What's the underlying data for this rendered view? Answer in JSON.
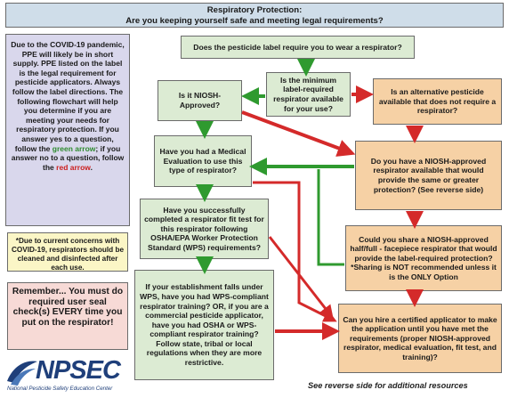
{
  "title": {
    "line1": "Respiratory Protection:",
    "line2": "Are you keeping yourself safe and meeting legal requirements?"
  },
  "intro": {
    "text_a": "Due to the COVID-19 pandemic, PPE will likely be in short supply. PPE listed on the label is the legal requirement for pesticide applicators. Always follow the label directions. The following flowchart will help you determine if you are meeting your needs for respiratory protection. If you answer yes to a question, follow the ",
    "green_word": "green arrow",
    "text_b": "; if you answer no to a question, follow the ",
    "red_word": "red arrow",
    "text_c": "."
  },
  "covid_note": "*Due to current concerns with COVID-19, respirators should be cleaned and disinfected after each use.",
  "remember": "Remember... You must do required user seal check(s) EVERY time you put on the respirator!",
  "boxes": {
    "label_requires": "Does the pesticide label require you to wear a respirator?",
    "min_available": "Is the minimum label-required respirator available for your use?",
    "alt_pesticide": "Is an alternative pesticide available that does not require a respirator?",
    "niosh_approved": "Is it NIOSH-Approved?",
    "medical_eval": "Have you had a Medical Evaluation to use this type of respirator?",
    "niosh_same": "Do you have a NIOSH-approved respirator available that would provide the same or greater protection? (See reverse side)",
    "fit_test": "Have you successfully completed a respirator fit test for this respirator following OSHA/EPA Worker Protection Standard (WPS) requirements?",
    "share_a": "Could you share a NIOSH-approved half/full - facepiece respirator that would provide the label-required protection?",
    "share_b": "*Sharing is NOT recommended unless it is the ONLY Option",
    "training": "If your establishment falls under WPS, have you had WPS-compliant respirator training? OR, if you are a commercial pesticide applicator, have you had OSHA or WPS-compliant respirator training? Follow state, tribal or local regulations when they are more restrictive.",
    "hire": "Can you hire a certified applicator to make the application until you have met the requirements (proper NIOSH-approved respirator, medical evaluation, fit test, and training)?"
  },
  "logo": {
    "name": "NPSEC",
    "subtitle": "National Pesticide Safety Education Center"
  },
  "footer": "See reverse side for additional resources",
  "colors": {
    "yes_arrow": "#2f9a2f",
    "no_arrow": "#d42a2a",
    "logo_blue": "#1f3f7a"
  }
}
